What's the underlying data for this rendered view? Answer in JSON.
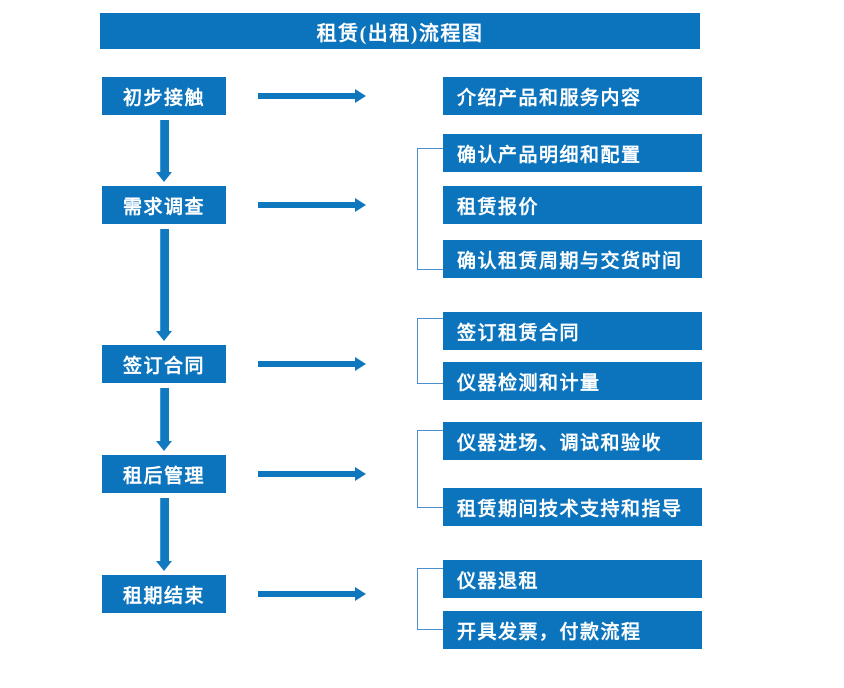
{
  "diagram": {
    "title": "租赁(出租)流程图",
    "accent_color": "#0c74bd",
    "arrow_color": "#0f77be",
    "bracket_color": "#4a8fd0",
    "text_color": "#ffffff",
    "background_color": "#ffffff"
  },
  "stages": [
    {
      "label": "初步接触"
    },
    {
      "label": "需求调查"
    },
    {
      "label": "签订合同"
    },
    {
      "label": "租后管理"
    },
    {
      "label": "租期结束"
    }
  ],
  "details": [
    {
      "label": "介绍产品和服务内容"
    },
    {
      "label": "确认产品明细和配置"
    },
    {
      "label": "租赁报价"
    },
    {
      "label": "确认租赁周期与交货时间"
    },
    {
      "label": "签订租赁合同"
    },
    {
      "label": "仪器检测和计量"
    },
    {
      "label": "仪器进场、调试和验收"
    },
    {
      "label": "租赁期间技术支持和指导"
    },
    {
      "label": "仪器退租"
    },
    {
      "label": "开具发票，付款流程"
    }
  ],
  "chart_data": {
    "type": "diagram",
    "title": "租赁(出租)流程图",
    "flow_steps": [
      {
        "stage": "初步接触",
        "details": [
          "介绍产品和服务内容"
        ]
      },
      {
        "stage": "需求调查",
        "details": [
          "确认产品明细和配置",
          "租赁报价",
          "确认租赁周期与交货时间"
        ]
      },
      {
        "stage": "签订合同",
        "details": [
          "签订租赁合同",
          "仪器检测和计量"
        ]
      },
      {
        "stage": "租后管理",
        "details": [
          "仪器进场、调试和验收",
          "租赁期间技术支持和指导"
        ]
      },
      {
        "stage": "租期结束",
        "details": [
          "仪器退租",
          "开具发票，付款流程"
        ]
      }
    ]
  }
}
